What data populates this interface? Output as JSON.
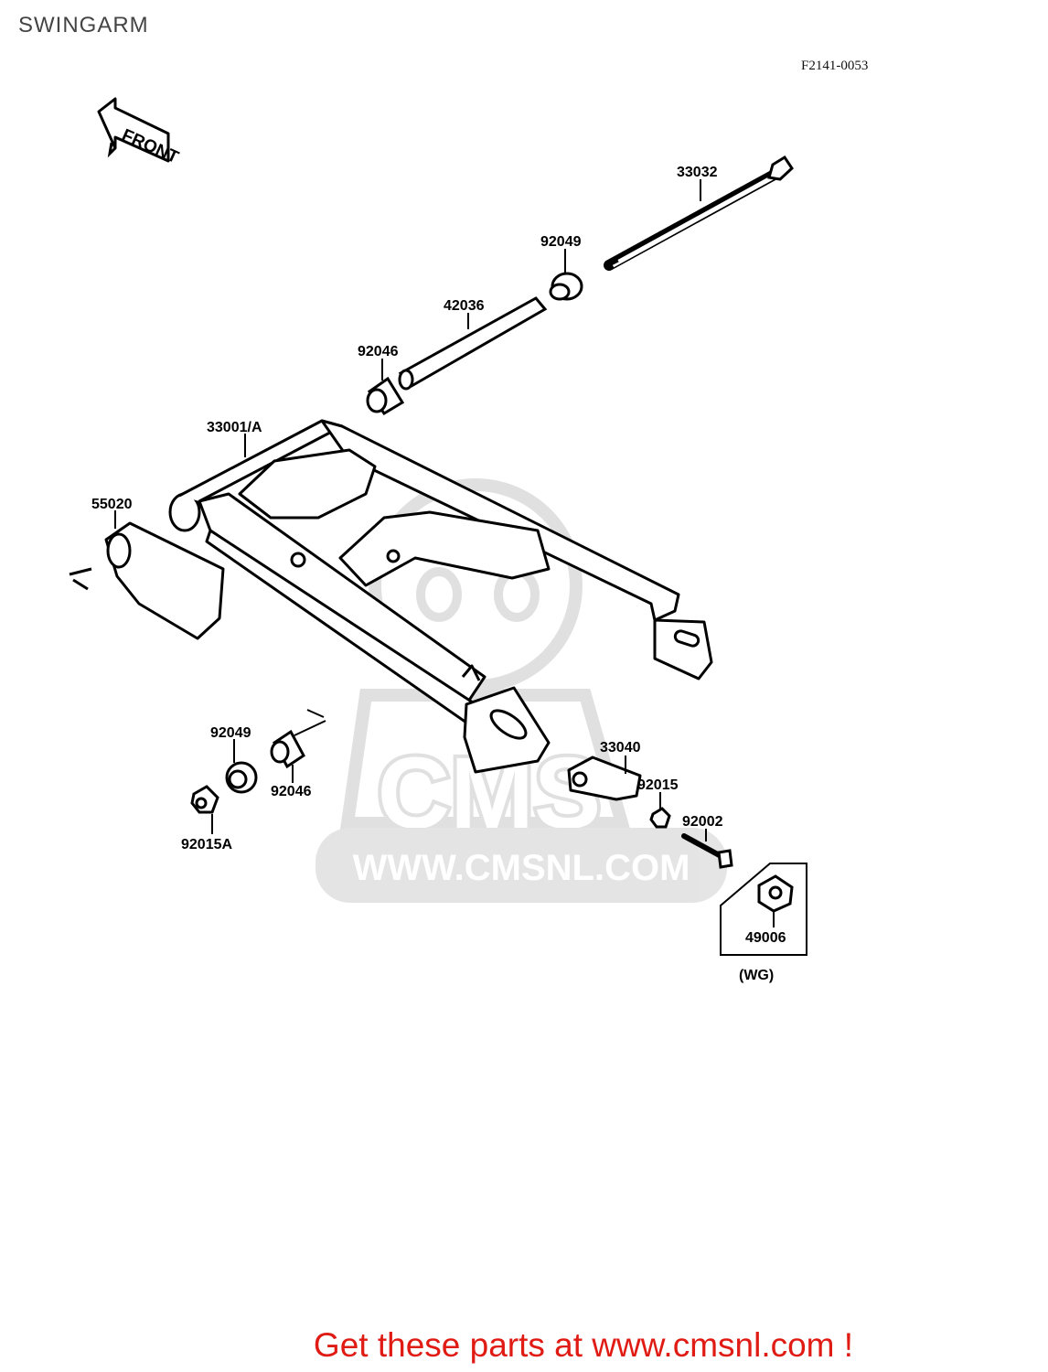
{
  "header": {
    "title": "SWINGARM",
    "ref_code": "F2141-0053"
  },
  "front_marker": "FRONT",
  "watermark": {
    "brand": "CMS",
    "url": "WWW.CMSNL.COM"
  },
  "parts": [
    {
      "number": "33032"
    },
    {
      "number": "92049"
    },
    {
      "number": "42036"
    },
    {
      "number": "92046"
    },
    {
      "number": "33001/A"
    },
    {
      "number": "55020"
    },
    {
      "number": "92049"
    },
    {
      "number": "92046"
    },
    {
      "number": "92015A"
    },
    {
      "number": "33040"
    },
    {
      "number": "92015"
    },
    {
      "number": "92002"
    },
    {
      "number": "49006"
    }
  ],
  "variant_note": "(WG)",
  "footer": {
    "cta": "Get these parts at www.cmsnl.com !"
  },
  "colors": {
    "cta": "#e01b14",
    "watermark": "#c8c8c8",
    "line": "#000000"
  }
}
